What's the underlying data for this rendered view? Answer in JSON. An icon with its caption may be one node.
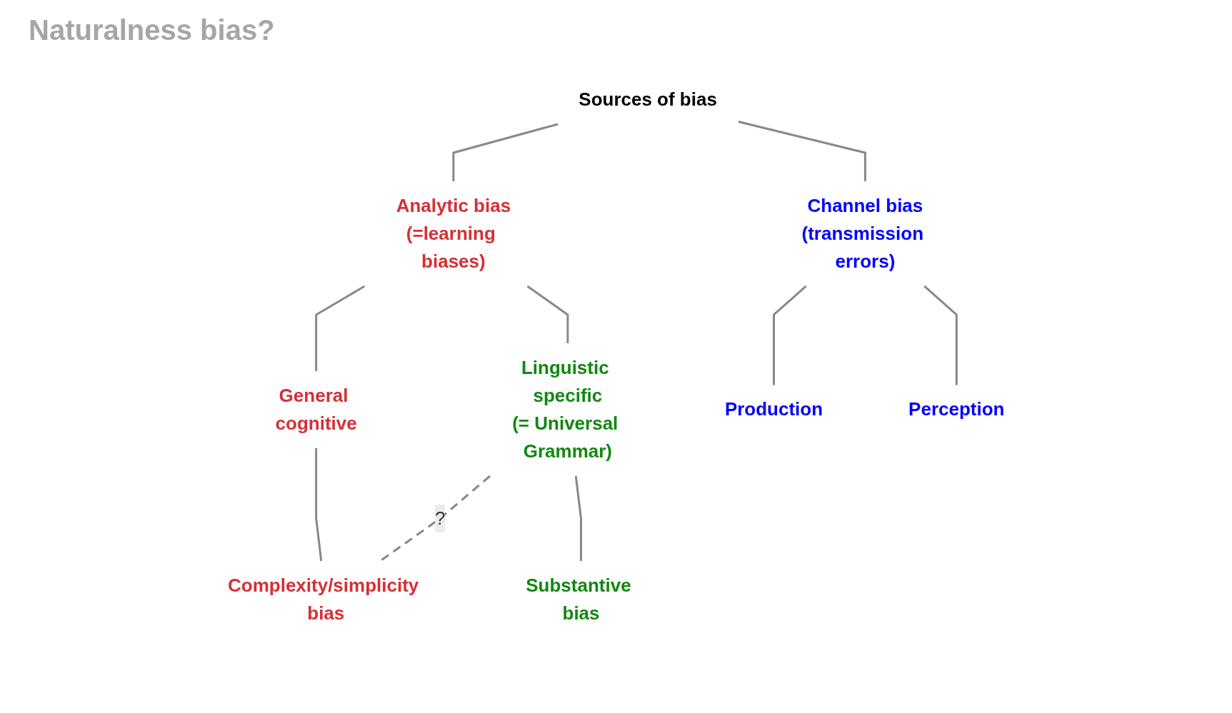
{
  "diagram": {
    "nodes": [
      {
        "text": [
          "Sources of bias"
        ]
      },
      {
        "text": [
          "Analytic bias",
          "(=learning biases)"
        ]
      },
      {
        "text": [
          "Channel bias",
          "(transmission errors)"
        ]
      },
      {
        "text": [
          "General cognitive"
        ]
      },
      {
        "text": [
          "Linguistic specific",
          "(= Universal Grammar)"
        ]
      },
      {
        "text": [
          "Production"
        ]
      },
      {
        "text": [
          "Perception"
        ]
      },
      {
        "text": [
          "Complexity/simplicity bias"
        ]
      },
      {
        "text": [
          "Substantive bias"
        ]
      }
    ],
    "edges": [
      {
        "from": 0,
        "to": 1,
        "arrow": "none"
      },
      {
        "from": 0,
        "to": 2,
        "arrow": "none"
      },
      {
        "from": 1,
        "to": 3,
        "arrow": "none"
      },
      {
        "from": 1,
        "to": 4,
        "arrow": "none"
      },
      {
        "from": 2,
        "to": 5,
        "arrow": "none"
      },
      {
        "from": 2,
        "to": 6,
        "arrow": "none"
      },
      {
        "from": 3,
        "to": 7,
        "arrow": "none"
      },
      {
        "from": 4,
        "to": 7,
        "arrow": "none",
        "style": "dashed",
        "label": "?"
      },
      {
        "from": 4,
        "to": 8,
        "arrow": "none"
      }
    ],
    "labels": [
      "Naturalness bias?"
    ]
  }
}
